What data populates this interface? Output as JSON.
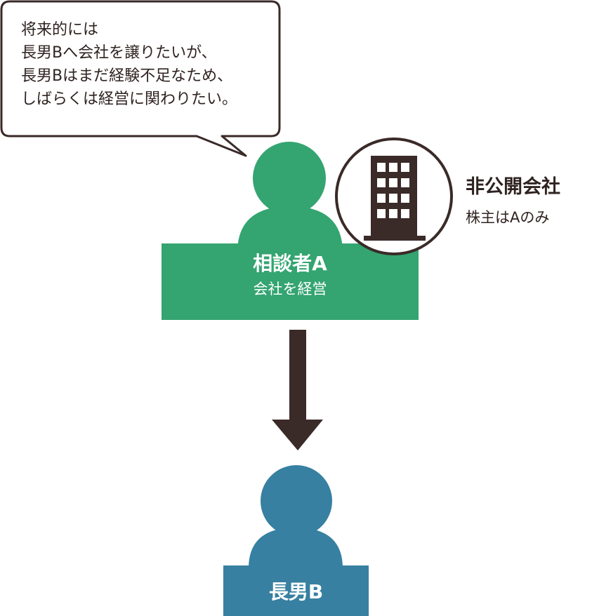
{
  "speech_bubble": {
    "lines": [
      "将来的には",
      "長男Bへ会社を譲りたいが、",
      "長男Bはまだ経験不足なため、",
      "しばらくは経営に関わりたい。"
    ]
  },
  "company": {
    "name": "非公開会社",
    "shareholder": "株主はAのみ",
    "icon": "building-icon"
  },
  "person_a": {
    "name": "相談者A",
    "role": "会社を経営",
    "color": "#34a471"
  },
  "person_b": {
    "name": "長男B",
    "color": "#3780a1"
  },
  "arrow": {
    "color": "#3a2a28",
    "direction": "down"
  },
  "colors": {
    "text": "#2f2320",
    "outline": "#3a2a28"
  }
}
